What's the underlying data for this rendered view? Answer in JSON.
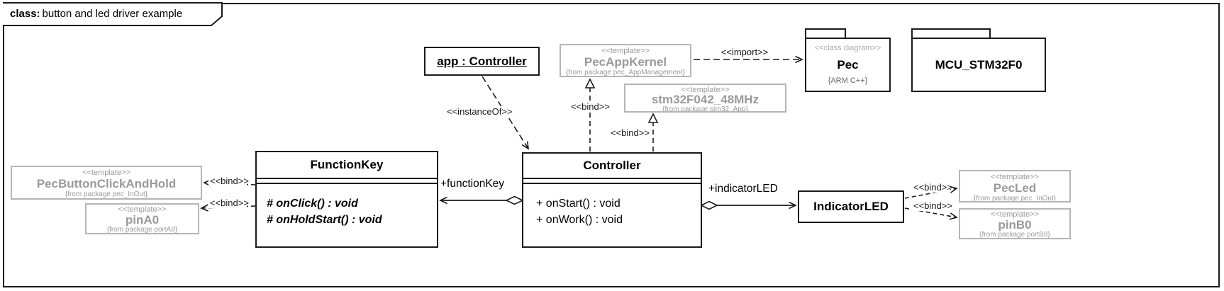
{
  "frame": {
    "keyword": "class:",
    "title": "button and led driver example"
  },
  "nodes": {
    "app_controller": {
      "name": "app : Controller"
    },
    "pec_app_kernel": {
      "stereotype": "<<template>>",
      "name": "PecAppKernel",
      "from_package": "{from package pec_AppManagement}"
    },
    "stm32f042": {
      "stereotype": "<<template>>",
      "name": "stm32F042_48MHz",
      "from_package": "{from package stm32_App}"
    },
    "pec_package": {
      "stereotype": "<<class diagram>>",
      "name": "Pec",
      "note": "{ARM C++}"
    },
    "mcu_package": {
      "name": "MCU_STM32F0"
    },
    "function_key": {
      "name": "FunctionKey",
      "operations": [
        "# onClick() : void",
        "# onHoldStart() : void"
      ]
    },
    "controller": {
      "name": "Controller",
      "operations": [
        "+ onStart() : void",
        "+ onWork() : void"
      ]
    },
    "indicator_led": {
      "name": "IndicatorLED"
    },
    "pec_button_click_and_hold": {
      "stereotype": "<<template>>",
      "name": "PecButtonClickAndHold",
      "from_package": "{from package pec_InOut}"
    },
    "pin_a0": {
      "stereotype": "<<template>>",
      "name": "pinA0",
      "from_package": "{from package portA8}"
    },
    "pec_led": {
      "stereotype": "<<template>>",
      "name": "PecLed",
      "from_package": "{from package pec_InOut}"
    },
    "pin_b0": {
      "stereotype": "<<template>>",
      "name": "pinB0",
      "from_package": "{from package portB8}"
    }
  },
  "edge_labels": {
    "instance_of": "<<instanceOf>>",
    "import": "<<import>>",
    "bind_app_kernel": "<<bind>>",
    "bind_stm32": "<<bind>>",
    "role_function_key": "+functionKey",
    "role_indicator_led": "+indicatorLED",
    "bind_pec_button": "<<bind>>",
    "bind_pin_a0": "<<bind>>",
    "bind_pec_led": "<<bind>>",
    "bind_pin_b0": "<<bind>>"
  },
  "colors": {
    "line": "#1a1a1a",
    "template_text": "#9a9a9a",
    "template_border": "#b5b5b5"
  }
}
